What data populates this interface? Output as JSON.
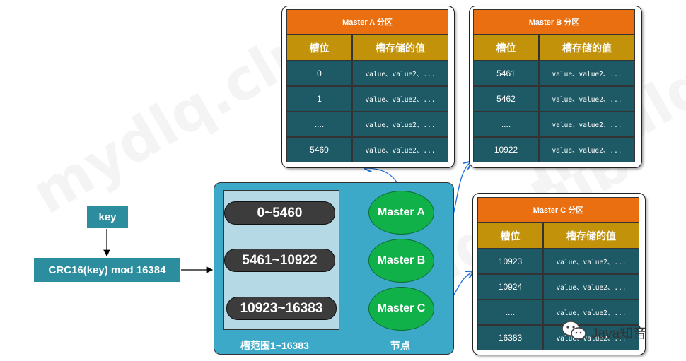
{
  "watermark_text": "mydlq.club",
  "key_box": "key",
  "hash_box": "CRC16(key) mod 16384",
  "cluster": {
    "slot_ranges": [
      "0~5460",
      "5461~10922",
      "10923~16383"
    ],
    "masters": [
      "Master A",
      "Master B",
      "Master C"
    ],
    "slot_range_caption": "槽范围1~16383",
    "node_caption": "节点"
  },
  "partitions": [
    {
      "title": "Master A 分区",
      "col_slot": "槽位",
      "col_value": "槽存储的值",
      "rows": [
        {
          "slot": "0",
          "value": "value、value2、..."
        },
        {
          "slot": "1",
          "value": "value、value2、..."
        },
        {
          "slot": "....",
          "value": "value、value2、..."
        },
        {
          "slot": "5460",
          "value": "value、value2、..."
        }
      ]
    },
    {
      "title": "Master B 分区",
      "col_slot": "槽位",
      "col_value": "槽存储的值",
      "rows": [
        {
          "slot": "5461",
          "value": "value、value2、..."
        },
        {
          "slot": "5462",
          "value": "value、value2、..."
        },
        {
          "slot": "....",
          "value": "value、value2、..."
        },
        {
          "slot": "10922",
          "value": "value、value2、..."
        }
      ]
    },
    {
      "title": "Master C 分区",
      "col_slot": "槽位",
      "col_value": "槽存储的值",
      "rows": [
        {
          "slot": "10923",
          "value": "value、value2、..."
        },
        {
          "slot": "10924",
          "value": "value、value2、..."
        },
        {
          "slot": "....",
          "value": "value、value2、..."
        },
        {
          "slot": "16383",
          "value": "value、value2、..."
        }
      ]
    }
  ],
  "brand": "Java知音",
  "colors": {
    "title_orange": "#ea6f10",
    "header_gold": "#c2930a",
    "cell_teal": "#1e5a66",
    "cluster_blue": "#3da9c9",
    "master_green": "#11b14a",
    "arrow_red": "#e81010",
    "arrow_blue": "#1a6fd8"
  }
}
